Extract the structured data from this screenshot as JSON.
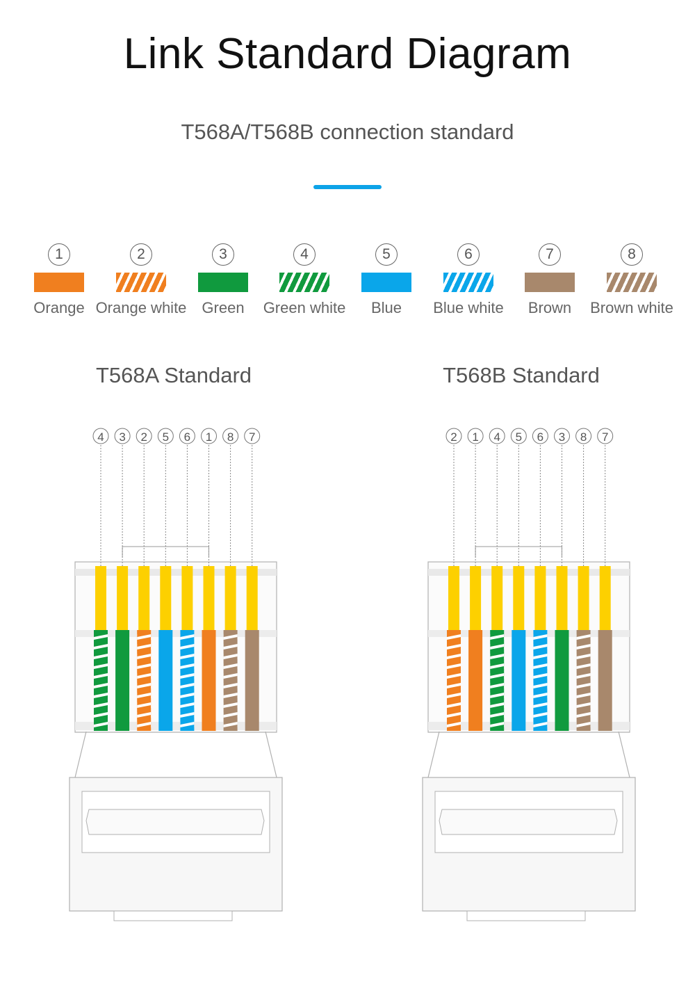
{
  "header": {
    "title": "Link Standard Diagram",
    "subtitle": "T568A/T568B connection standard",
    "accent_color": "#0da3e8"
  },
  "legend": [
    {
      "number": "1",
      "label": "Orange",
      "color": "#f07f1f",
      "striped": false
    },
    {
      "number": "2",
      "label": "Orange white",
      "color": "#f07f1f",
      "striped": true
    },
    {
      "number": "3",
      "label": "Green",
      "color": "#109a3e",
      "striped": false
    },
    {
      "number": "4",
      "label": "Green white",
      "color": "#109a3e",
      "striped": true
    },
    {
      "number": "5",
      "label": "Blue",
      "color": "#0aa6ea",
      "striped": false
    },
    {
      "number": "6",
      "label": "Blue white",
      "color": "#0aa6ea",
      "striped": true
    },
    {
      "number": "7",
      "label": "Brown",
      "color": "#a8886c",
      "striped": false
    },
    {
      "number": "8",
      "label": "Brown white",
      "color": "#a8886c",
      "striped": true
    }
  ],
  "standards": [
    {
      "title": "T568A Standard",
      "order": [
        "4",
        "3",
        "2",
        "5",
        "6",
        "1",
        "8",
        "7"
      ]
    },
    {
      "title": "T568B Standard",
      "order": [
        "2",
        "1",
        "4",
        "5",
        "6",
        "3",
        "8",
        "7"
      ]
    }
  ],
  "colors": {
    "contact_yellow": "#fdd000",
    "housing_stroke": "#b0b0b0",
    "housing_fill": "#f7f7f7"
  }
}
